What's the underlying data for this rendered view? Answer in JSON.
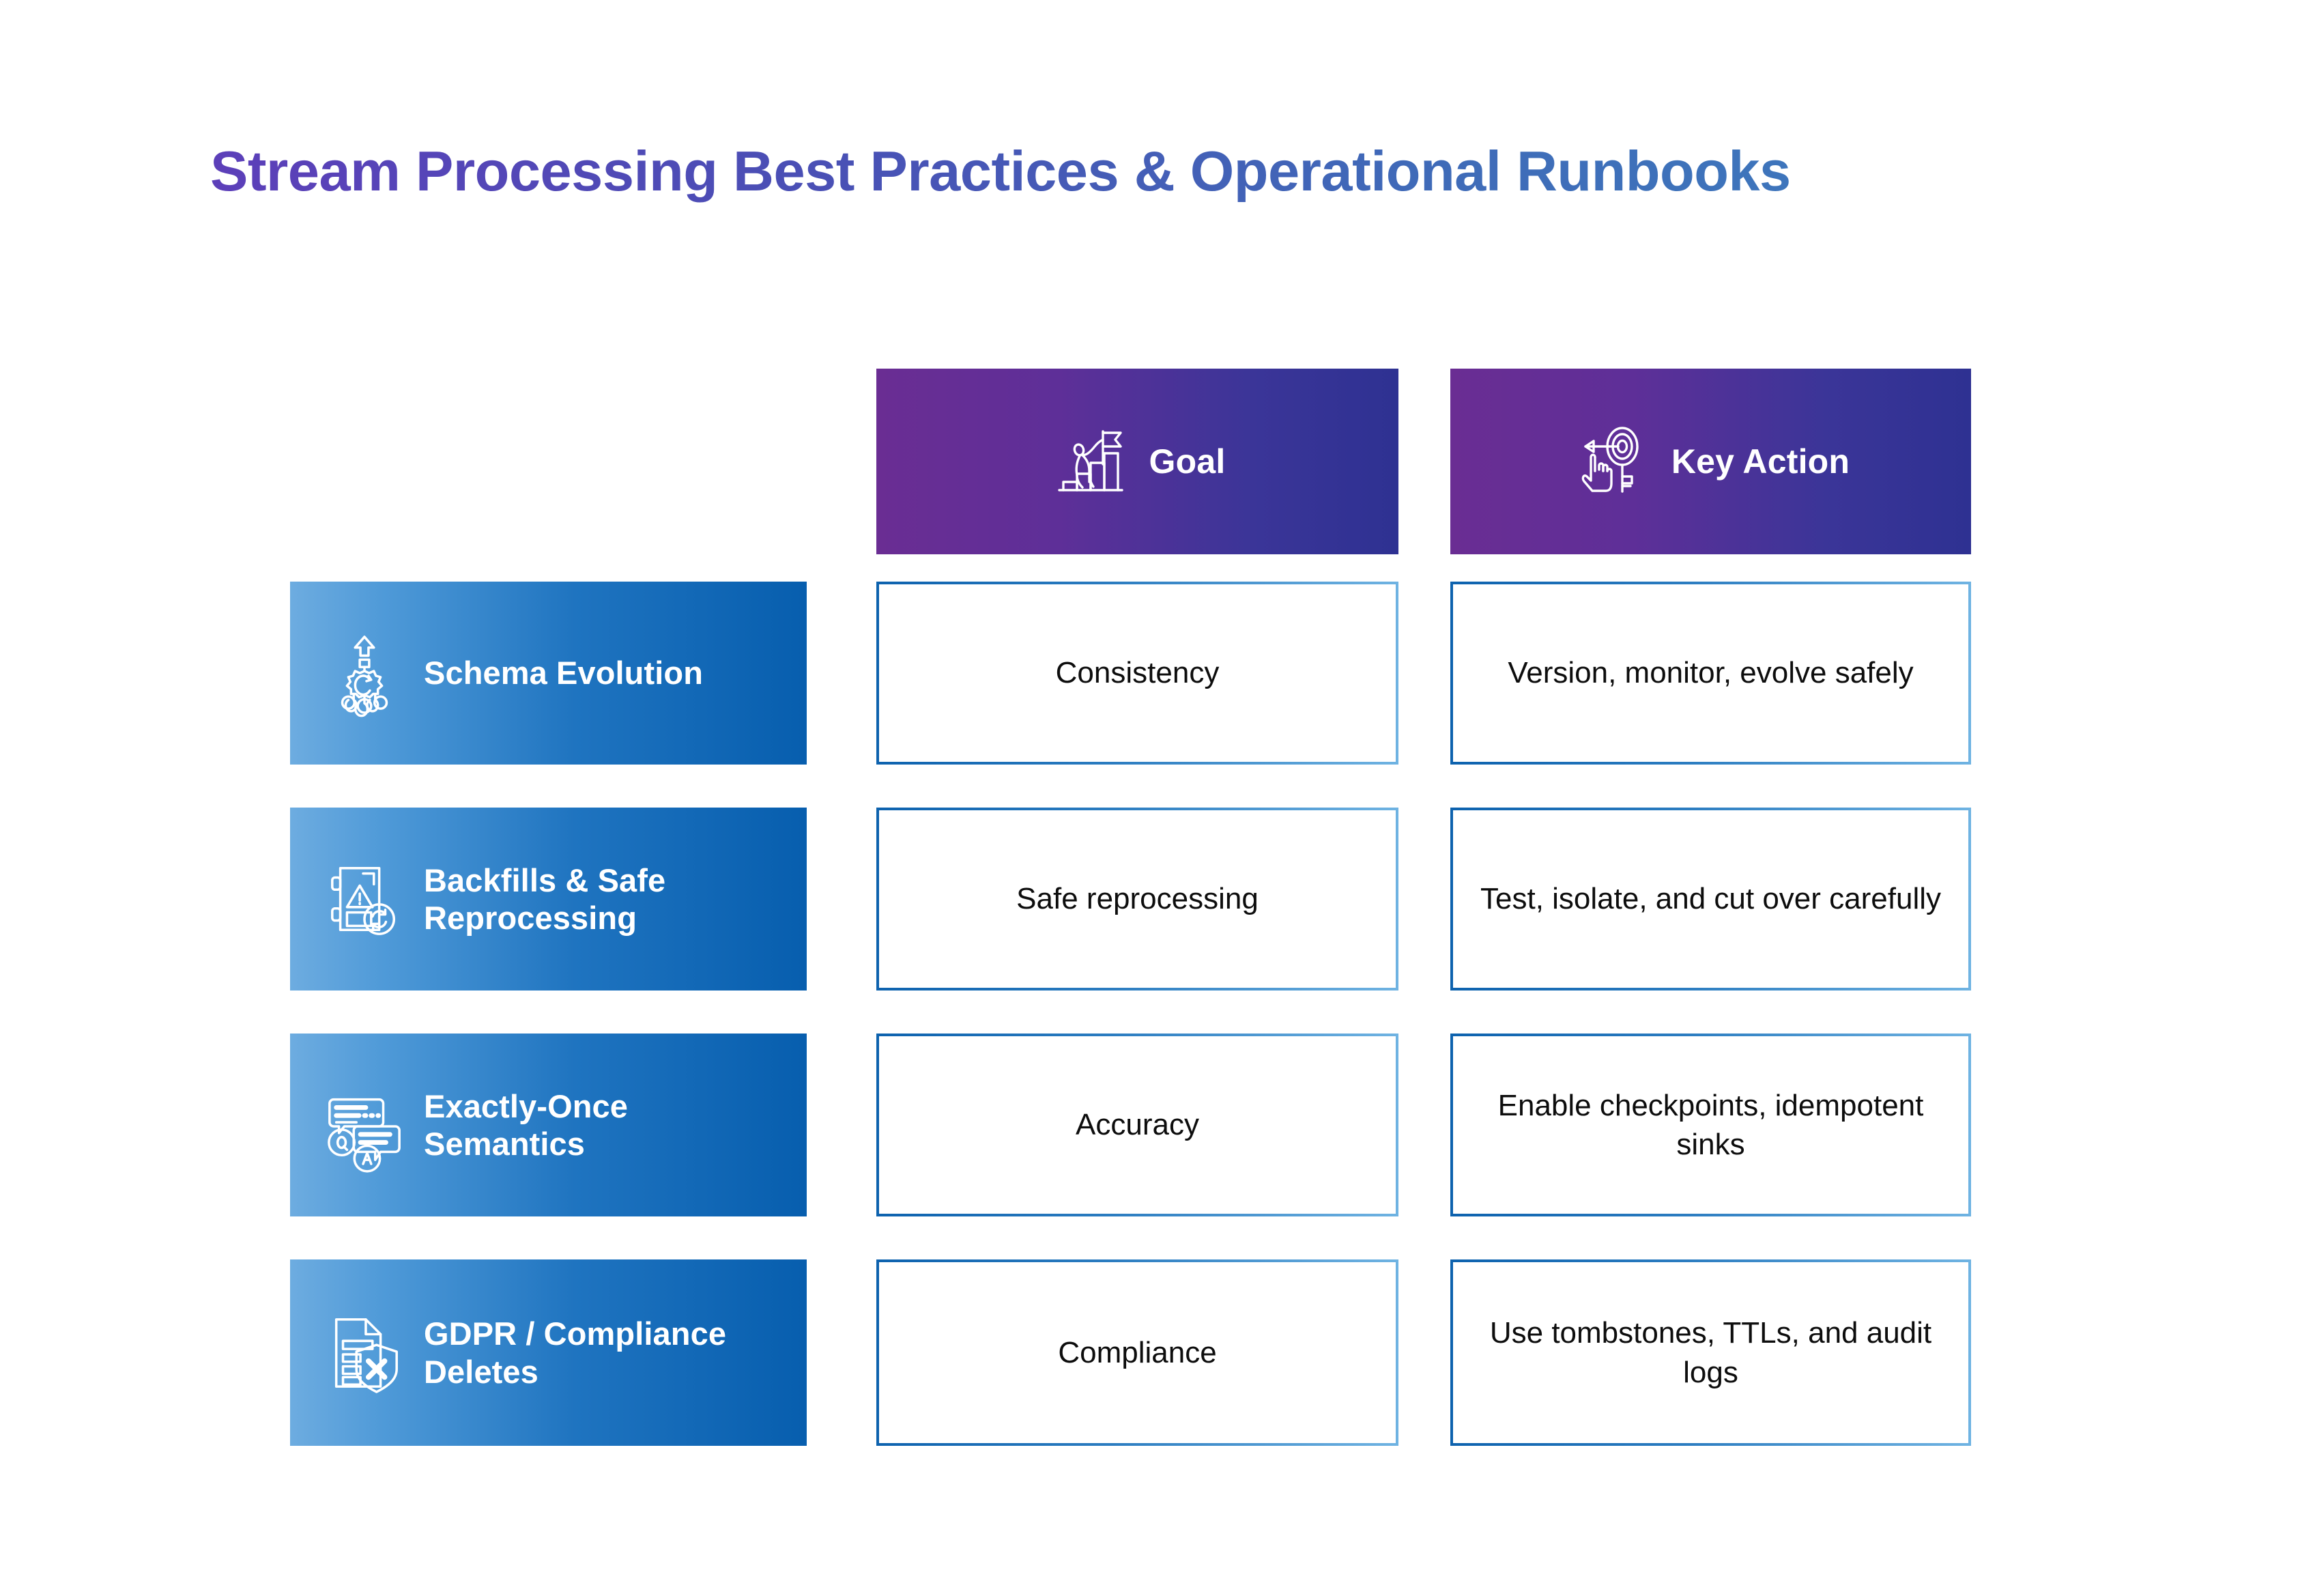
{
  "title": "Stream Processing Best Practices & Operational Runbooks",
  "colors": {
    "title_gradient_start": "#5c3fb9",
    "title_gradient_end": "#3d80bf",
    "header_gradient_start": "#6a2d93",
    "header_gradient_end": "#2e3192",
    "row_label_gradient_start": "#6dace0",
    "row_label_gradient_end": "#075eae",
    "cell_border_start": "#0d62ae",
    "cell_border_end": "#6fb3e2",
    "cell_text": "#0d0d0d",
    "background": "#ffffff"
  },
  "headers": [
    {
      "label": "",
      "icon": ""
    },
    {
      "label": "Goal",
      "icon": "goal-podium-flag-icon"
    },
    {
      "label": "Key Action",
      "icon": "target-key-hand-icon"
    }
  ],
  "rows": [
    {
      "label": "Schema Evolution",
      "icon": "schema-gear-network-icon",
      "goal": "Consistency",
      "key_action": "Version, monitor, evolve safely"
    },
    {
      "label": "Backfills & Safe Reprocessing",
      "icon": "server-warning-refresh-icon",
      "goal": "Safe reprocessing",
      "key_action": "Test, isolate, and cut over carefully"
    },
    {
      "label": "Exactly-Once Semantics",
      "icon": "question-answer-bubbles-icon",
      "goal": "Accuracy",
      "key_action": "Enable checkpoints, idempotent sinks"
    },
    {
      "label": "GDPR / Compliance Deletes",
      "icon": "document-shield-delete-icon",
      "goal": "Compliance",
      "key_action": "Use tombstones, TTLs, and audit logs"
    }
  ]
}
